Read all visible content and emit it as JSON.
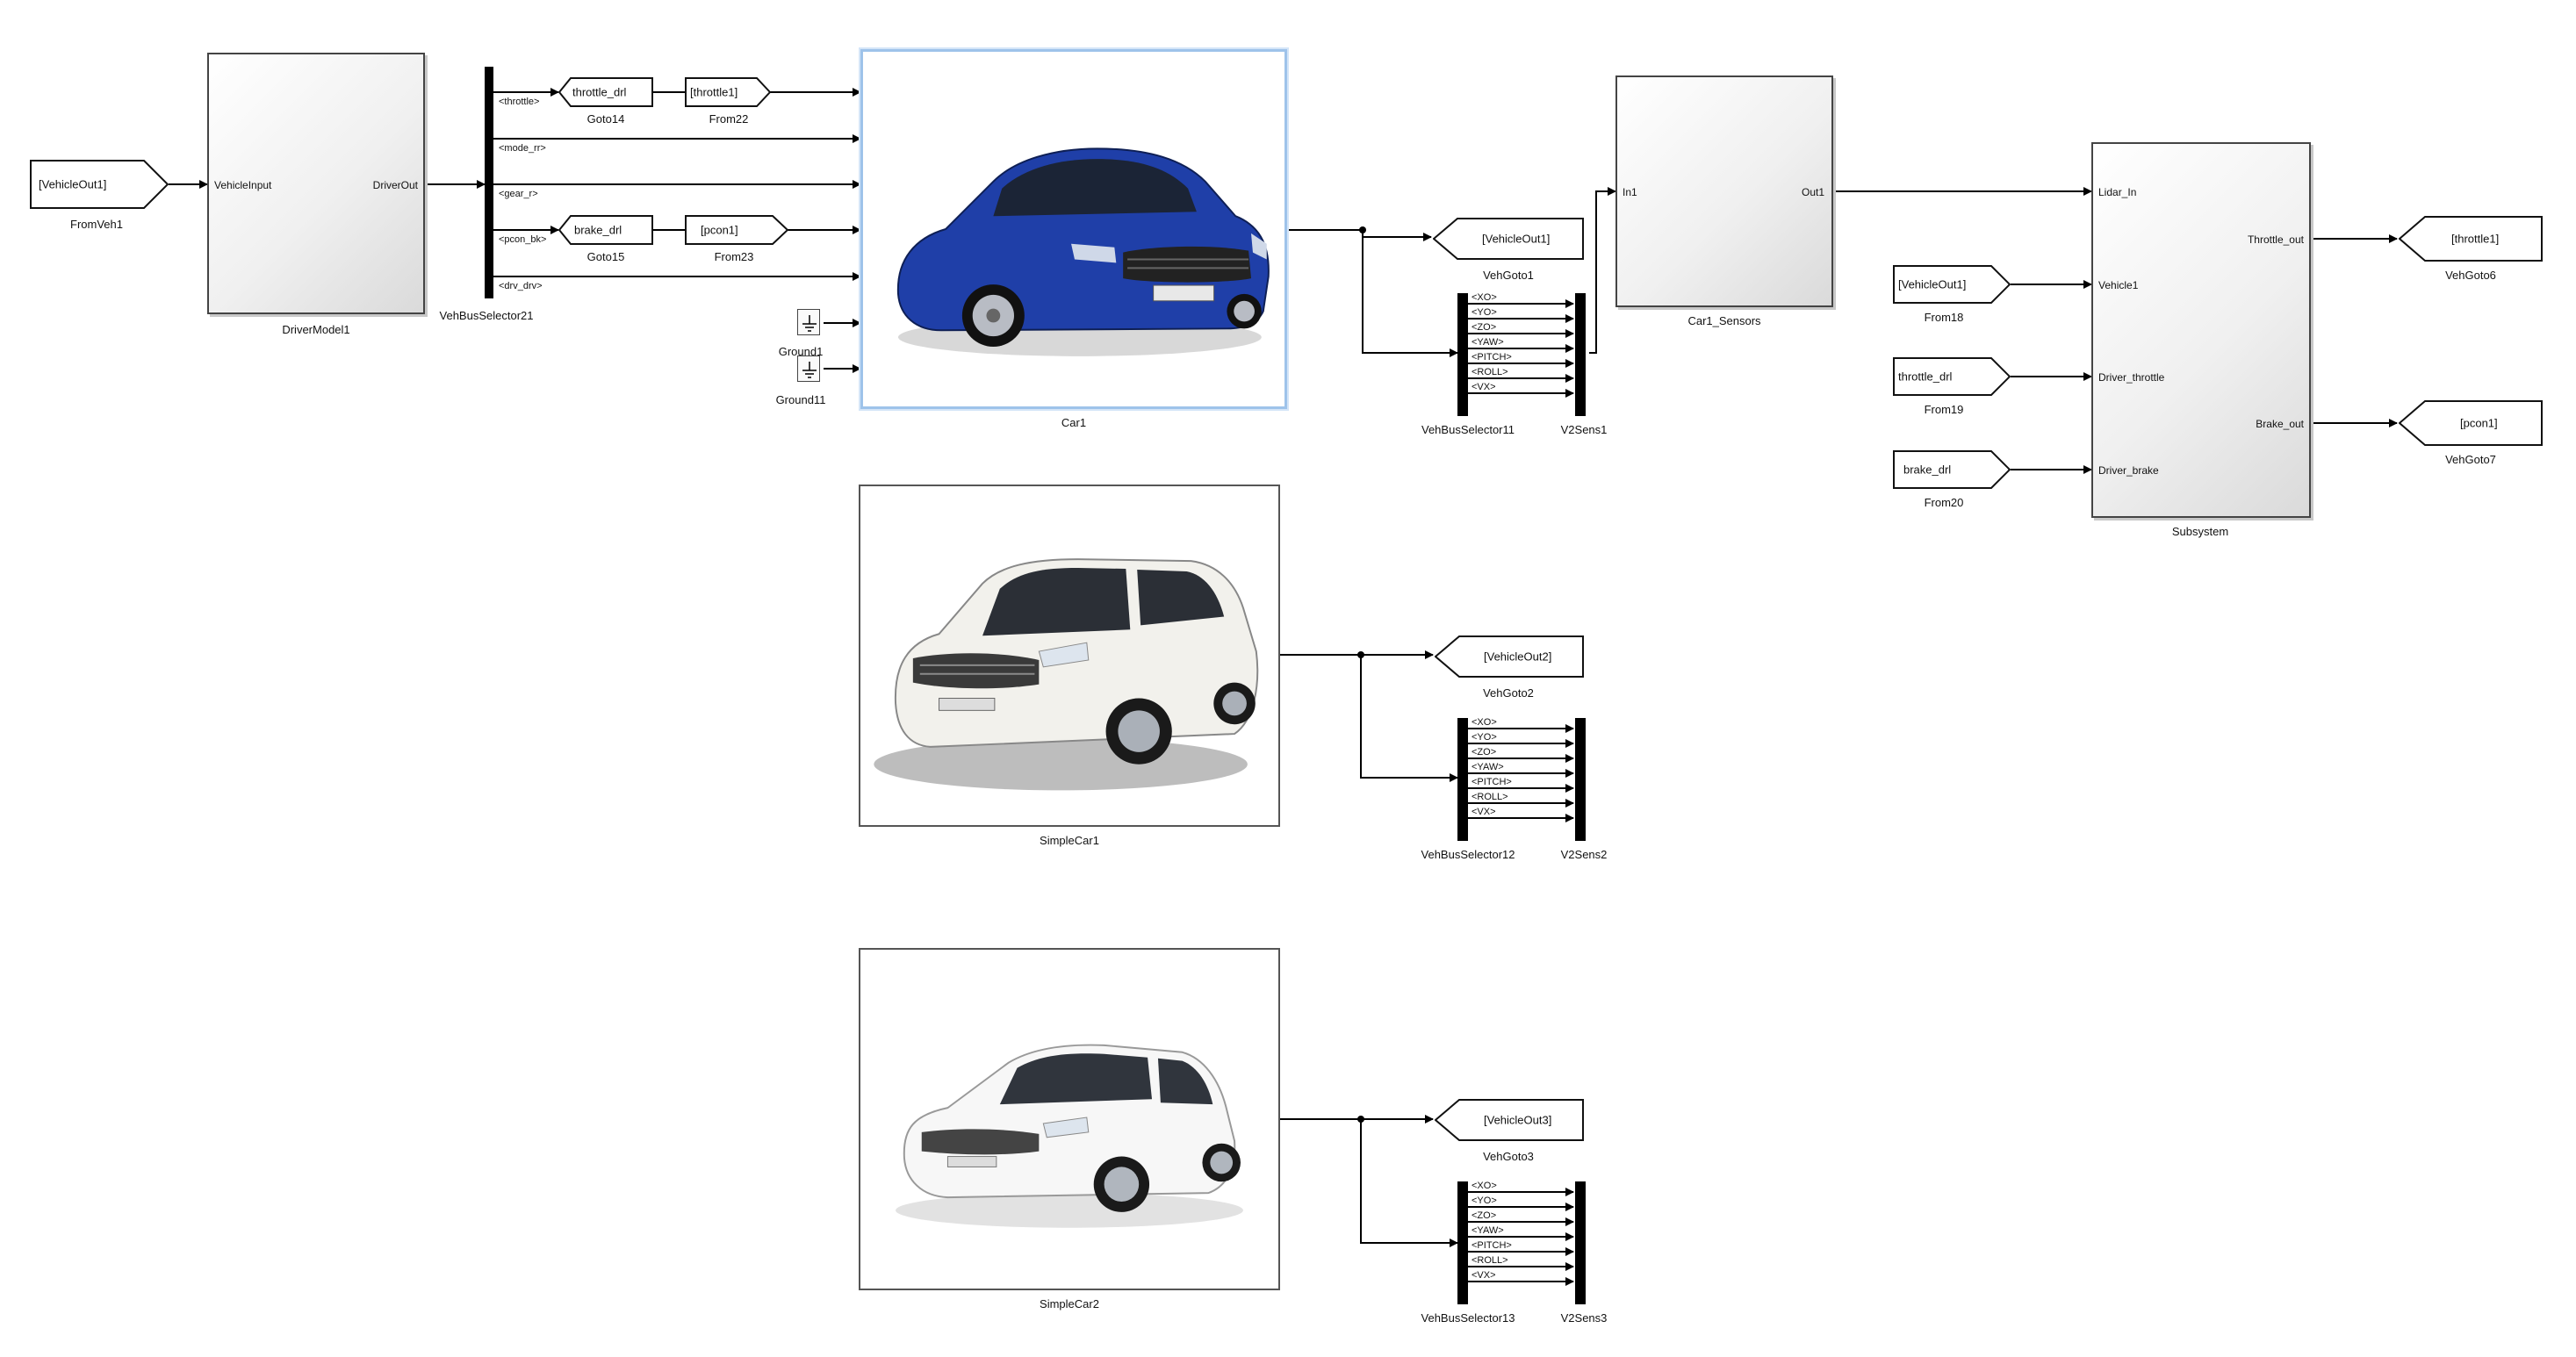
{
  "driver_model": {
    "name": "DriverModel1",
    "in_port": "VehicleInput",
    "out_port": "DriverOut"
  },
  "from_veh1": {
    "tag": "[VehicleOut1]",
    "name": "FromVeh1"
  },
  "bus_selector_21": {
    "name": "VehBusSelector21",
    "signals": [
      "<throttle>",
      "<mode_rr>",
      "<gear_r>",
      "<pcon_bk>",
      "<drv_drv>"
    ]
  },
  "goto14": {
    "tag": "throttle_drl",
    "name": "Goto14"
  },
  "goto15": {
    "tag": "brake_drl",
    "name": "Goto15"
  },
  "from22": {
    "tag": "[throttle1]",
    "name": "From22"
  },
  "from23": {
    "tag": "[pcon1]",
    "name": "From23"
  },
  "ground1": {
    "name": "Ground1"
  },
  "ground11": {
    "name": "Ground11"
  },
  "car1": {
    "name": "Car1",
    "color": "#1f3fa8"
  },
  "simple_car1": {
    "name": "SimpleCar1",
    "color": "#f2f1ec"
  },
  "simple_car2": {
    "name": "SimpleCar2",
    "color": "#f7f7f7"
  },
  "veh_goto1": {
    "tag": "[VehicleOut1]",
    "name": "VehGoto1"
  },
  "veh_goto2": {
    "tag": "[VehicleOut2]",
    "name": "VehGoto2"
  },
  "veh_goto3": {
    "tag": "[VehicleOut3]",
    "name": "VehGoto3"
  },
  "veh_bus_11": {
    "name": "VehBusSelector11"
  },
  "veh_bus_12": {
    "name": "VehBusSelector12"
  },
  "veh_bus_13": {
    "name": "VehBusSelector13"
  },
  "v2sens1": {
    "name": "V2Sens1"
  },
  "v2sens2": {
    "name": "V2Sens2"
  },
  "v2sens3": {
    "name": "V2Sens3"
  },
  "bus_signals": [
    "<XO>",
    "<YO>",
    "<ZO>",
    "<YAW>",
    "<PITCH>",
    "<ROLL>",
    "<VX>"
  ],
  "car1_sensors": {
    "name": "Car1_Sensors",
    "in_port": "In1",
    "out_port": "Out1"
  },
  "subsystem": {
    "name": "Subsystem",
    "in_ports": [
      "Lidar_In",
      "Vehicle1",
      "Driver_throttle",
      "Driver_brake"
    ],
    "out_ports": [
      "Throttle_out",
      "Brake_out"
    ]
  },
  "from18": {
    "tag": "[VehicleOut1]",
    "name": "From18"
  },
  "from19": {
    "tag": "throttle_drl",
    "name": "From19"
  },
  "from20": {
    "tag": "brake_drl",
    "name": "From20"
  },
  "veh_goto6": {
    "tag": "[throttle1]",
    "name": "VehGoto6"
  },
  "veh_goto7": {
    "tag": "[pcon1]",
    "name": "VehGoto7"
  }
}
